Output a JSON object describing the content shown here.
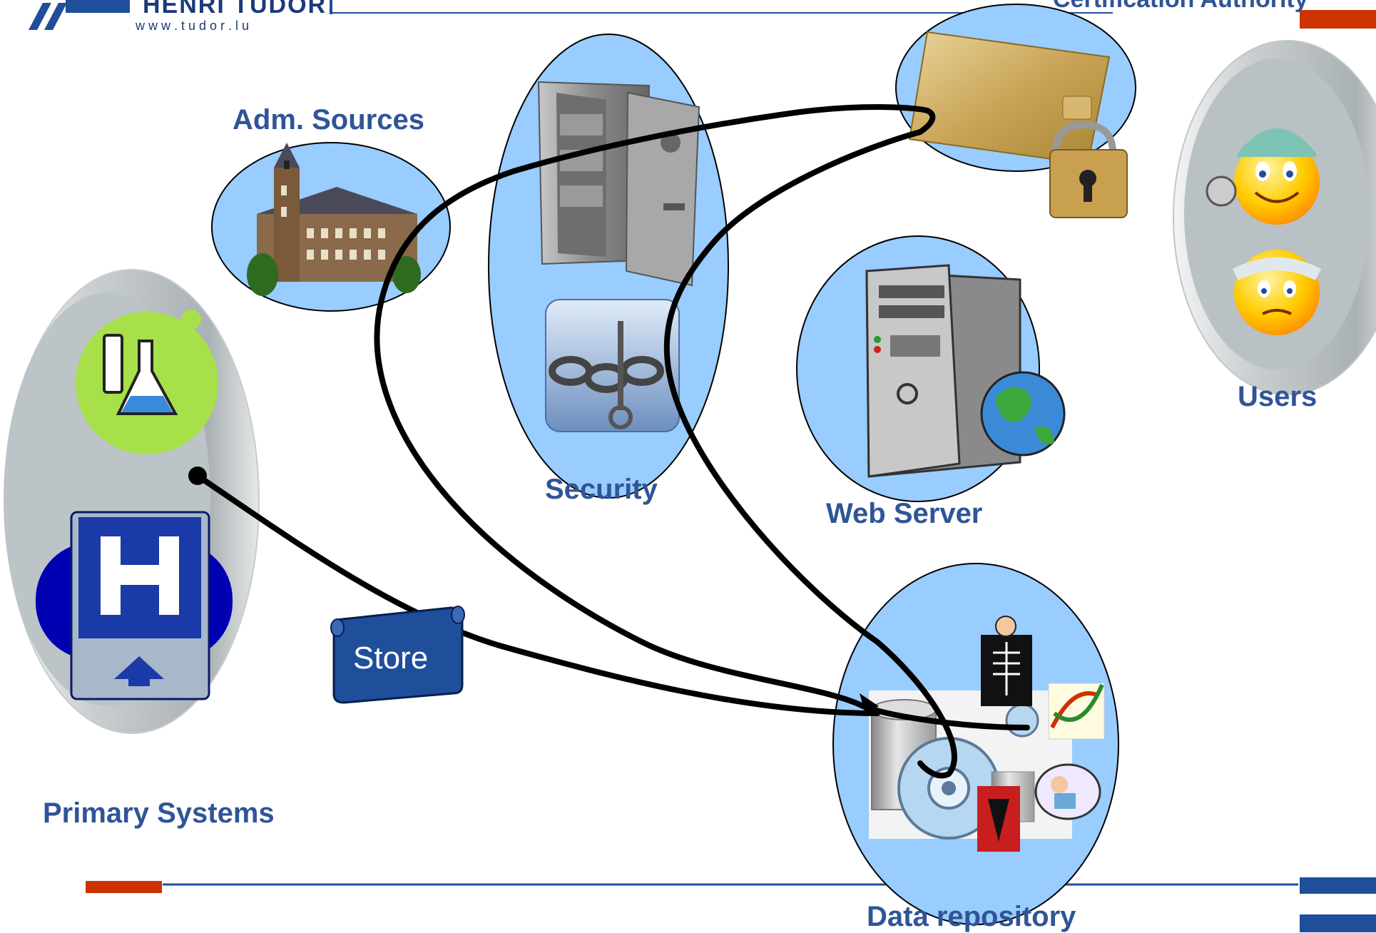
{
  "logo": {
    "name": "HENRI TUDOR",
    "url": "w w w . t u d o r . l u"
  },
  "labels": {
    "certification_authority": "Certification Authority",
    "adm_sources": "Adm. Sources",
    "security": "Security",
    "web_server": "Web Server",
    "users": "Users",
    "primary_systems": "Primary Systems",
    "data_repository": "Data repository"
  },
  "scroll_label": "Store",
  "colors": {
    "title_text": "#2f5597",
    "node_fill": "#99ccff",
    "accent_red": "#cc3300",
    "accent_blue": "#1f4e9a",
    "connector": "#000000"
  },
  "icons": [
    "peace-palace-icon",
    "safe-icon",
    "key-chain-icon",
    "credit-card-lock-icon",
    "server-globe-icon",
    "smiley-users-icon",
    "lab-flask-icon",
    "hospital-sign-icon",
    "database-disk-icon",
    "xray-icon",
    "dna-icon",
    "scientist-icon"
  ]
}
